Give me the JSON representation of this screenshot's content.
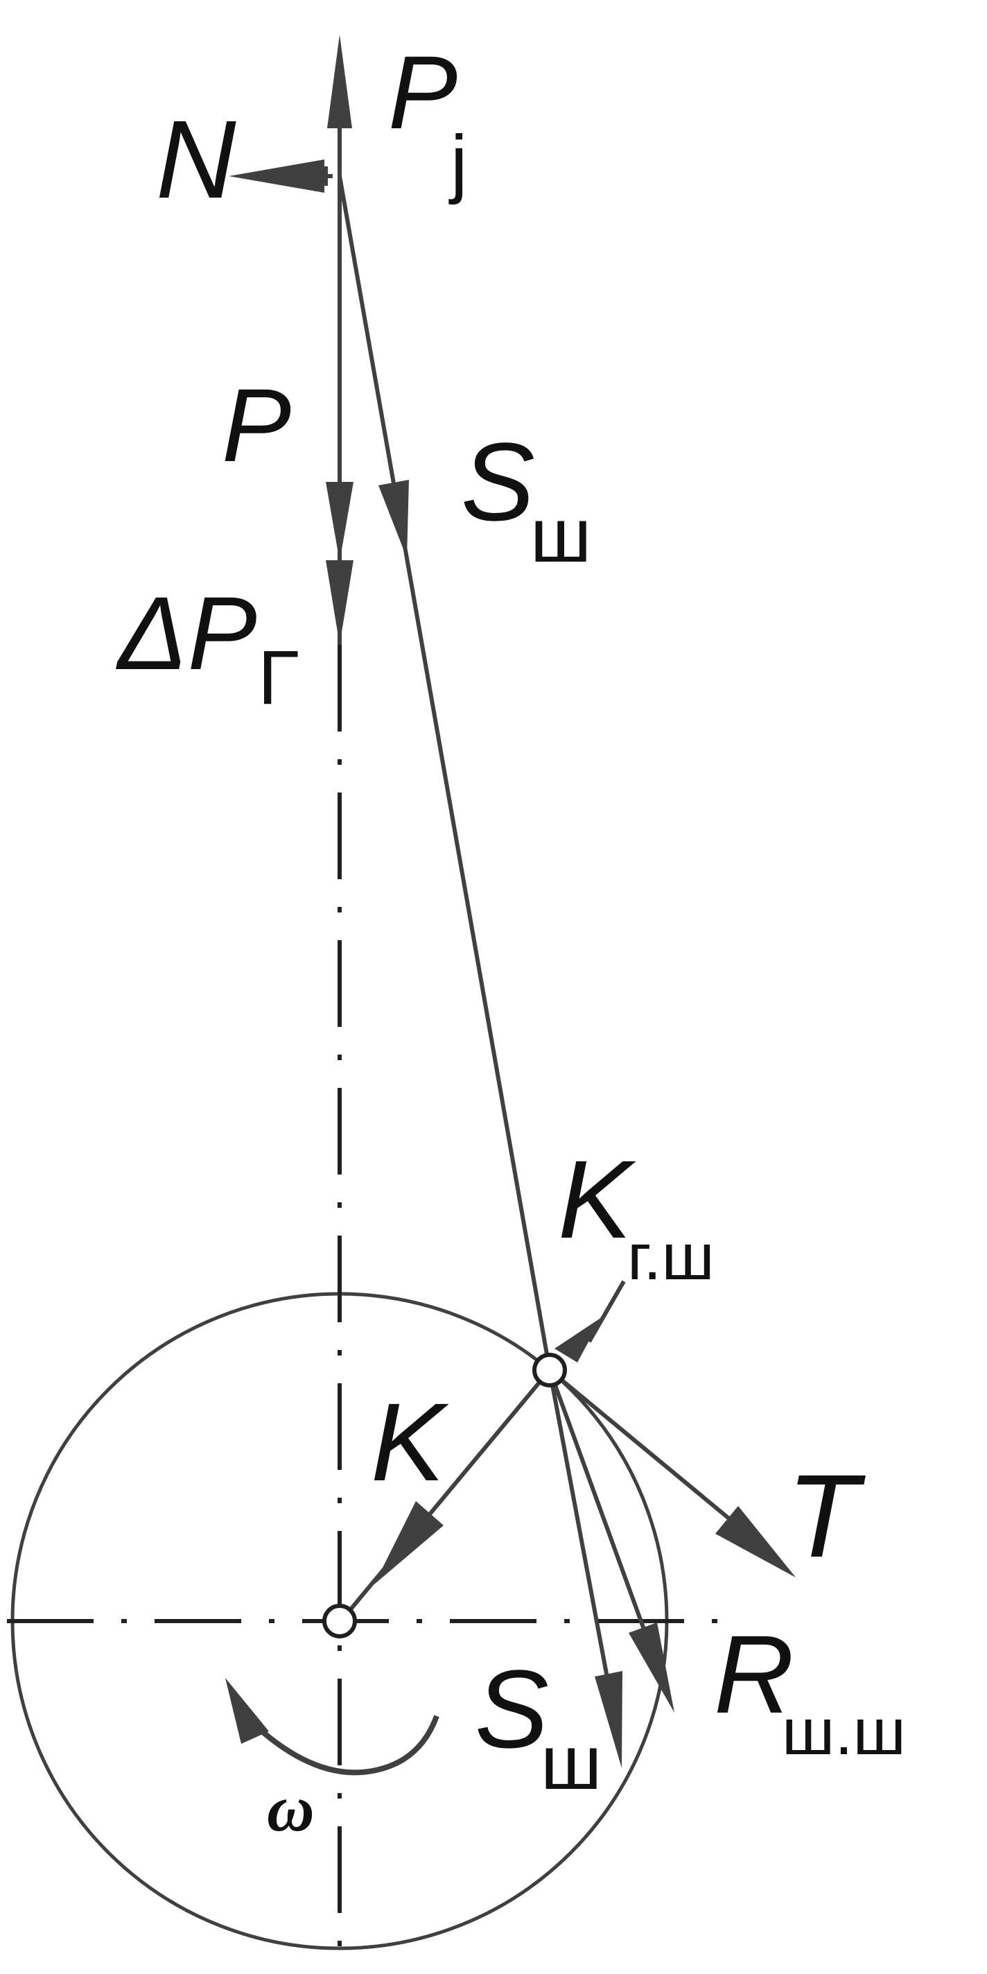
{
  "labels": {
    "pj_main": "P",
    "pj_sub": "j",
    "n": "N",
    "p": "P",
    "delta_pg_main": "ΔP",
    "delta_pg_sub": "Г",
    "s_upper_main": "S",
    "s_upper_sub": "ш",
    "k_gsh_main": "K",
    "k_gsh_sub": "г.ш",
    "k": "K",
    "t": "T",
    "s_lower_main": "S",
    "s_lower_sub": "ш",
    "r_main": "R",
    "r_sub": "ш.ш",
    "omega": "ω"
  },
  "icons": {
    "rotation": "rotation-arrow-icon"
  }
}
